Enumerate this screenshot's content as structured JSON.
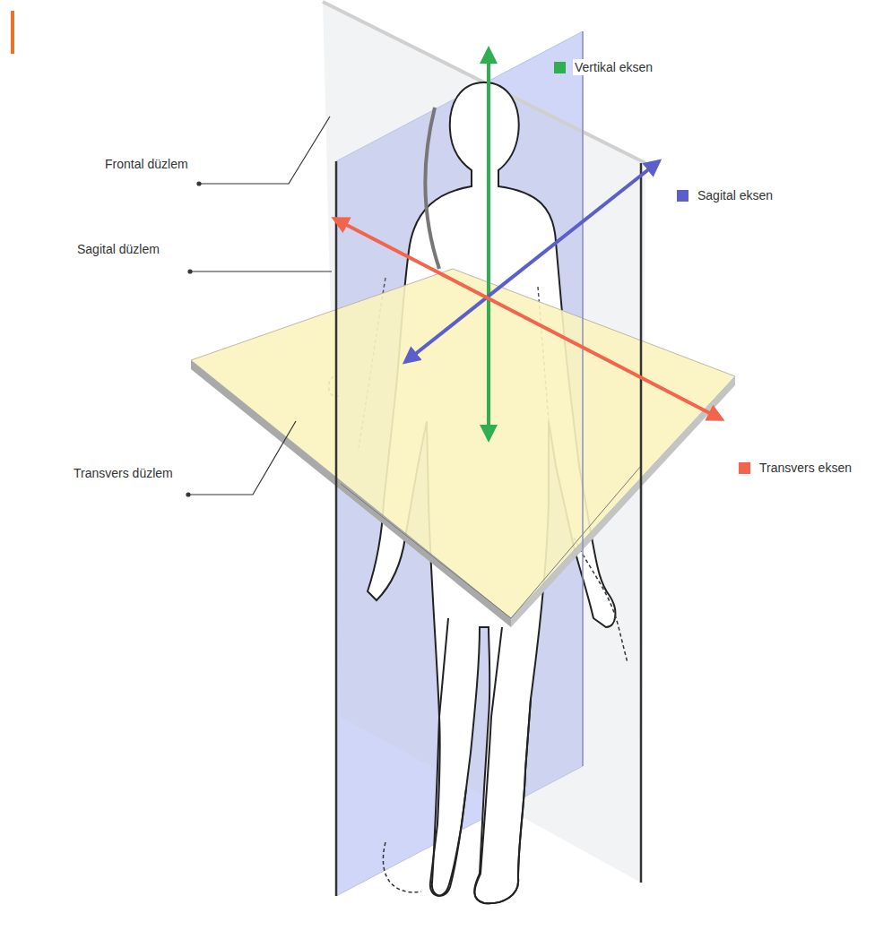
{
  "diagram": {
    "labels": [
      "Frontal düzlem",
      "Sagital düzlem",
      "Transvers düzlem"
    ],
    "legend": [
      {
        "text": "Vertikal eksen",
        "color": "#2fae52"
      },
      {
        "text": "Sagital eksen",
        "color": "#5b5fc9"
      },
      {
        "text": "Transvers eksen",
        "color": "#f2654c"
      }
    ]
  }
}
